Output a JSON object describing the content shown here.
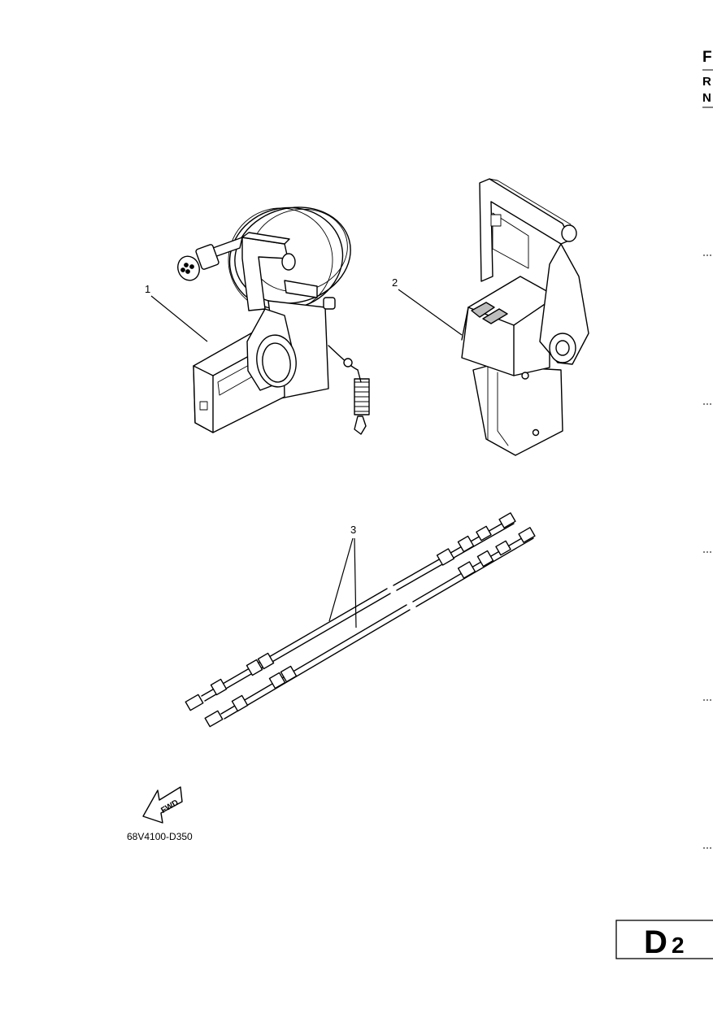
{
  "header": {
    "cut_letters": [
      "F",
      "R",
      "N"
    ]
  },
  "callouts": [
    "1",
    "2",
    "3"
  ],
  "fwd_arrow": {
    "label": "FWD",
    "icon": "fwd-arrow-icon"
  },
  "drawing_code": "68V4100-D350",
  "page_badge": {
    "letter": "D",
    "number": "2"
  }
}
